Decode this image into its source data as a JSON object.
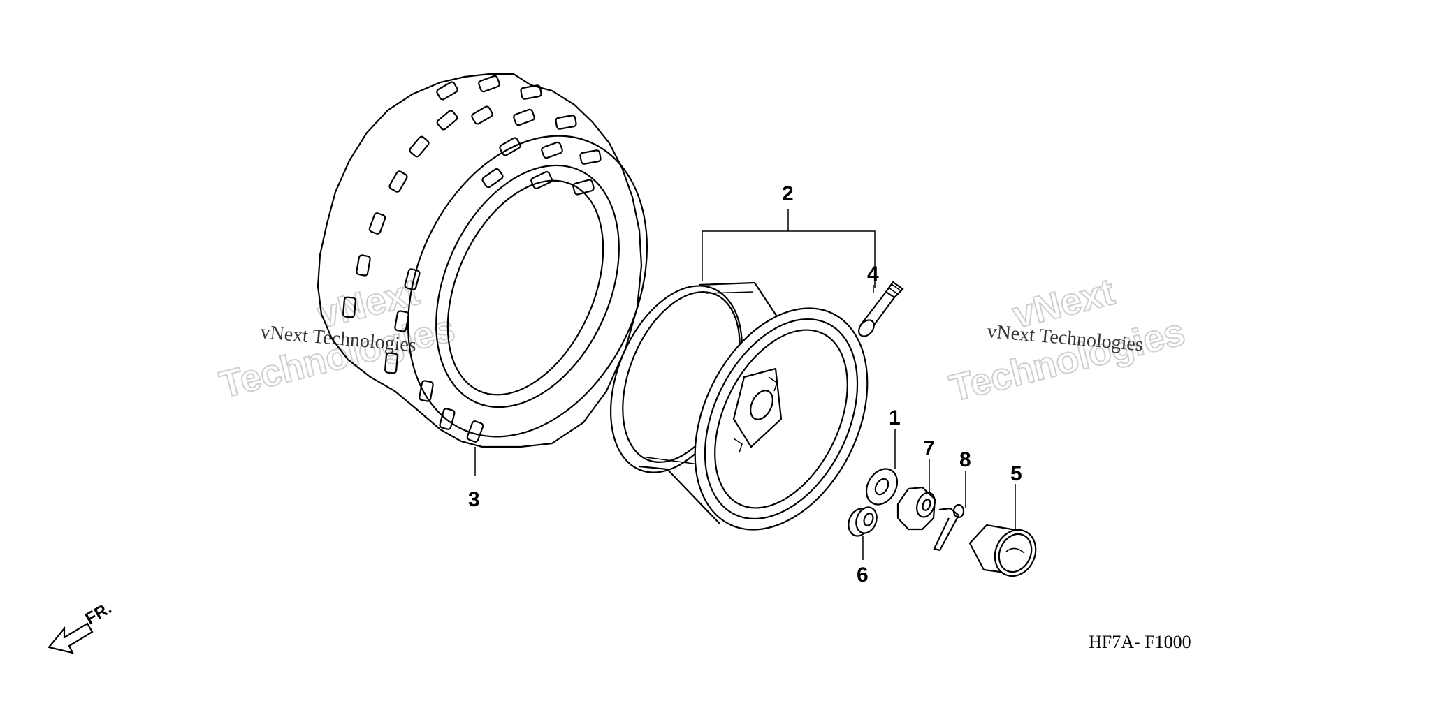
{
  "diagram": {
    "callouts": [
      {
        "id": "1",
        "label": "1"
      },
      {
        "id": "2",
        "label": "2"
      },
      {
        "id": "3",
        "label": "3"
      },
      {
        "id": "4",
        "label": "4"
      },
      {
        "id": "5",
        "label": "5"
      },
      {
        "id": "6",
        "label": "6"
      },
      {
        "id": "7",
        "label": "7"
      },
      {
        "id": "8",
        "label": "8"
      }
    ],
    "front_indicator": "FR.",
    "figure_code": "HF7A- F1000",
    "watermarks": [
      {
        "small": "vNext Technologies",
        "big_line1": "vNext",
        "big_line2": "Technologies"
      },
      {
        "small": "vNext Technologies",
        "big_line1": "vNext",
        "big_line2": "Technologies"
      }
    ]
  }
}
